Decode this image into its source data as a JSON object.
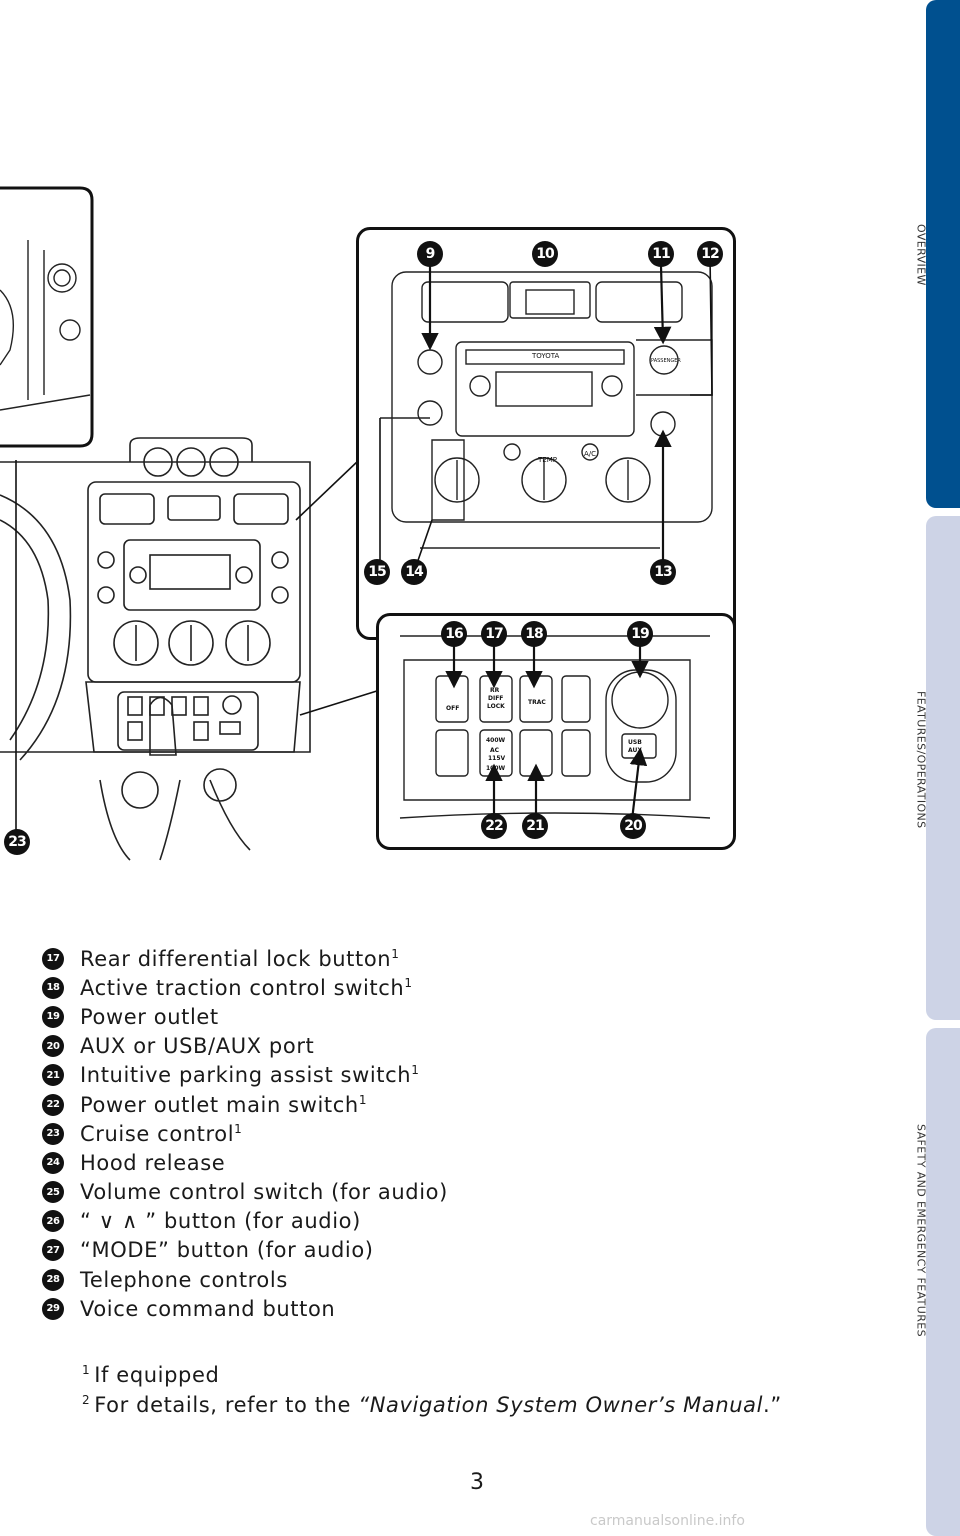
{
  "tabs": [
    {
      "label": "OVERVIEW",
      "active": true
    },
    {
      "label": "FEATURES/OPERATIONS",
      "active": false
    },
    {
      "label": "SAFETY AND EMERGENCY FEATURES",
      "active": false
    }
  ],
  "callouts": [
    "9",
    "10",
    "11",
    "12",
    "13",
    "14",
    "15",
    "16",
    "17",
    "18",
    "19",
    "20",
    "21",
    "22",
    "23"
  ],
  "panel_labels": {
    "toyota": "TOYOTA",
    "passenger": "PASSENGER",
    "temp": "TEMP",
    "ac": "A/C",
    "off": "OFF",
    "diff_lock": [
      "RR",
      "DIFF",
      "LOCK"
    ],
    "trac": "TRAC",
    "outlet_rating": [
      "400W",
      "AC",
      "115V",
      "100W"
    ],
    "usb_aux": [
      "USB",
      "AUX"
    ]
  },
  "legend": [
    {
      "num": "17",
      "text": "Rear differential lock button",
      "sup": "1"
    },
    {
      "num": "18",
      "text": "Active traction control switch",
      "sup": "1"
    },
    {
      "num": "19",
      "text": "Power outlet",
      "sup": ""
    },
    {
      "num": "20",
      "text": "AUX or USB/AUX port",
      "sup": ""
    },
    {
      "num": "21",
      "text": "Intuitive parking assist switch",
      "sup": "1"
    },
    {
      "num": "22",
      "text": "Power outlet main switch",
      "sup": "1"
    },
    {
      "num": "23",
      "text": "Cruise control",
      "sup": "1"
    },
    {
      "num": "24",
      "text": "Hood release",
      "sup": ""
    },
    {
      "num": "25",
      "text": "Volume control switch (for audio)",
      "sup": ""
    },
    {
      "num": "26",
      "text": "“ ∨  ∧ ” button (for audio)",
      "sup": ""
    },
    {
      "num": "27",
      "text": "“MODE” button (for audio)",
      "sup": ""
    },
    {
      "num": "28",
      "text": "Telephone controls",
      "sup": ""
    },
    {
      "num": "29",
      "text": "Voice command button",
      "sup": ""
    }
  ],
  "footnotes": {
    "n1_mark": "1",
    "n1_text": "If equipped",
    "n2_mark": "2",
    "n2_prefix": "For details, refer to the ",
    "n2_italic": "“Navigation System Owner’s Manual",
    "n2_suffix": ".”"
  },
  "page_number": "3",
  "watermark": "carmanualsonline.info"
}
